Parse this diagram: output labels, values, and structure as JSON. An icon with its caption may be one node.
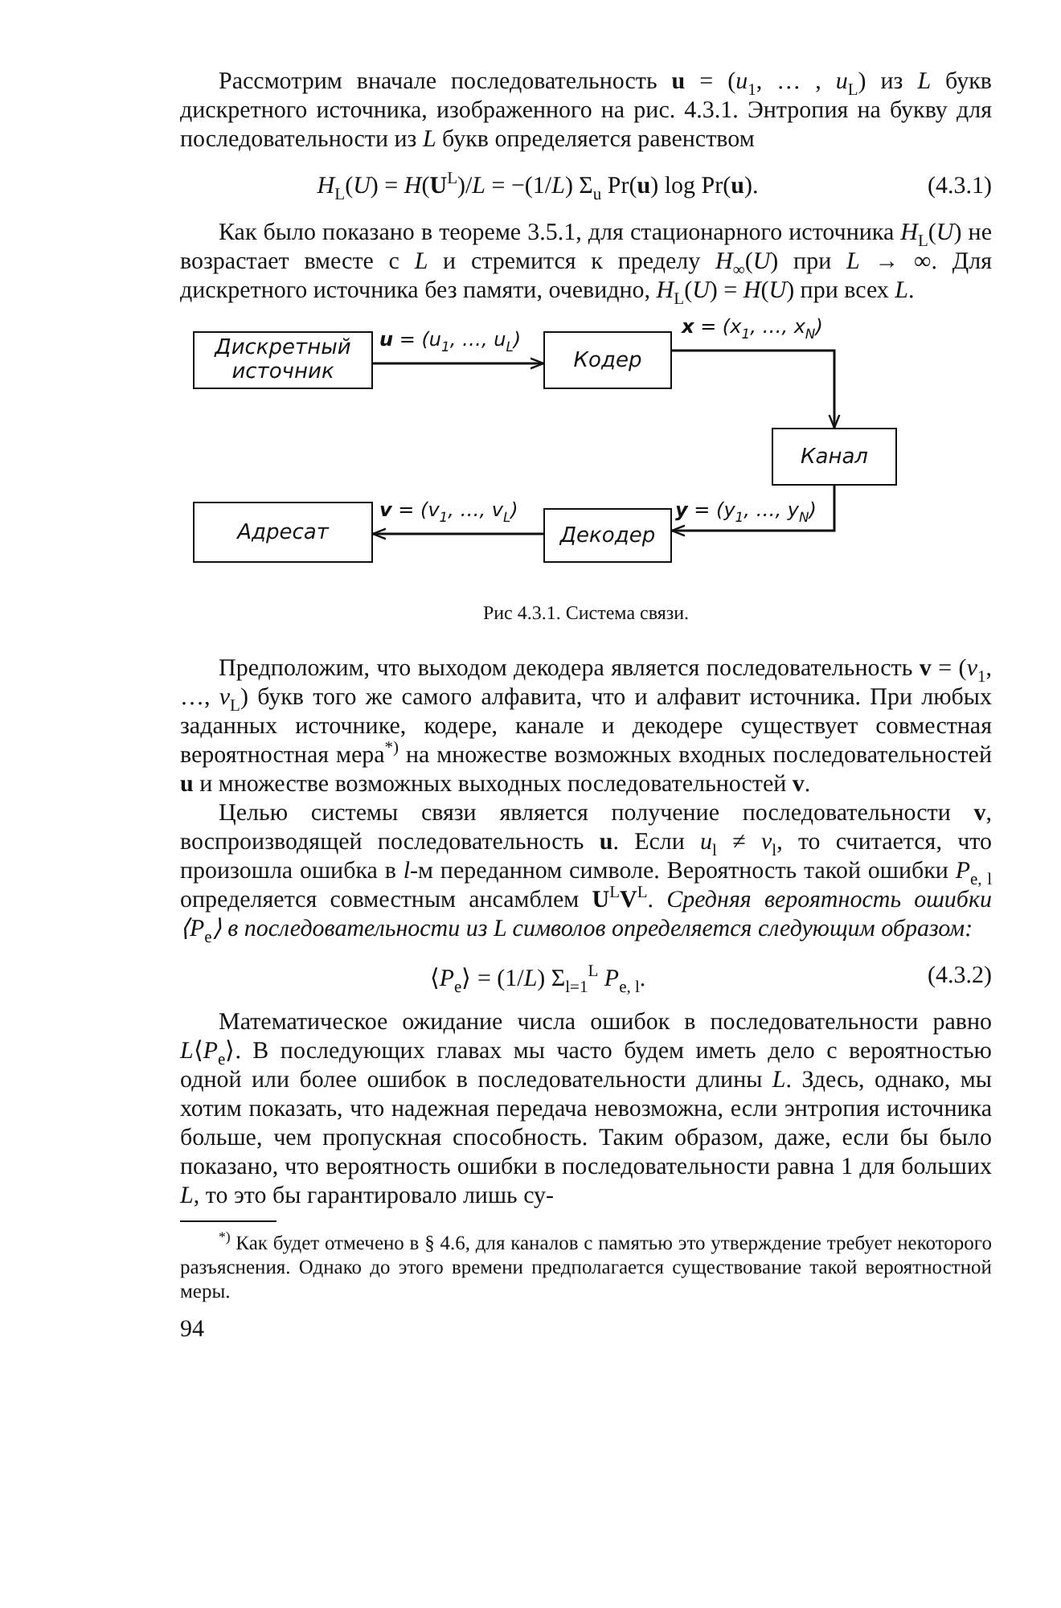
{
  "diagram": {
    "caption": "Рис 4.3.1. Система связи.",
    "nodes": [
      {
        "text": [
          "Дискретный источник"
        ]
      },
      {
        "text": [
          "Кодер"
        ]
      },
      {
        "text": [
          "Канал"
        ]
      },
      {
        "text": [
          "Декодер"
        ]
      },
      {
        "text": [
          "Адресат"
        ]
      }
    ],
    "edges": [
      {
        "from": 0,
        "to": 1,
        "arrow": "to",
        "label": "**u** = (u$_{1}$, …, u$_{L}$)"
      },
      {
        "from": 1,
        "to": 2,
        "arrow": "to",
        "label": "**x** = (x$_{1}$, …, x$_{N}$)"
      },
      {
        "from": 2,
        "to": 3,
        "arrow": "to",
        "label": "**y** = (y$_{1}$, …, y$_{N}$)"
      },
      {
        "from": 3,
        "to": 4,
        "arrow": "to",
        "label": "**v** = (v$_{1}$, …, v$_{L}$)"
      }
    ],
    "labels": [
      "Рассмотрим вначале последовательность **u** = (*u*$_{1}$, … , *u*$_{L}$) из *L* букв дискретного источника, изображенного на рис. 4.3.1. Энтропия на букву для последовательности из *L* букв определяется равенством",
      "*H*$_{L}$(*U*) = *H*(**U**$^{L}$)/*L* = −(1/*L*) Σ$_{u}$ Pr(**u**) log Pr(**u**).",
      "(4.3.1)",
      "Как было показано в теореме 3.5.1, для стационарного источника *H*$_{L}$(*U*) не возрастает вместе с *L* и стремится к пределу *H*$_{∞}$(*U*) при *L* → ∞. Для дискретного источника без памяти, очевидно, *H*$_{L}$(*U*) = *H*(*U*) при всех *L*.",
      "Предположим, что выходом декодера является последовательность **v** = (*v*$_{1}$, …, *v*$_{L}$) букв того же самого алфавита, что и алфавит источника. При любых заданных источнике, кодере, канале и декодере существует совместная вероятностная мера$^{*)}$ на множестве возможных входных последовательностей **u** и множестве возможных выходных последовательностей **v**.",
      "Целью системы связи является получение последовательности **v**, воспроизводящей последовательность **u**. Если *u*$_{l}$ ≠ *v*$_{l}$, то считается, что произошла ошибка в *l*-м переданном символе. Вероятность такой ошибки *P*$_{e, l}$ определяется совместным ансамблем **U**$^{L}$**V**$^{L}$. *Средняя вероятность ошибки ⟨P*$_{e}$*⟩ в последовательности из L символов определяется следующим образом:*",
      "⟨*P*$_{e}$⟩ = (1/*L*) Σ$_{l=1}$$^{L}$ *P*$_{e, l}$.",
      "(4.3.2)",
      "Математическое ожидание числа ошибок в последовательности равно *L*⟨*P*$_{e}$⟩. В последующих главах мы часто будем иметь дело с вероятностью одной или более ошибок в последовательности длины *L*. Здесь, однако, мы хотим показать, что надежная передача невозможна, если энтропия источника больше, чем пропускная способность. Таким образом, даже, если бы было показано, что вероятность ошибки в последовательности равна 1 для больших *L*, то это бы гарантировало лишь су-",
      "$^{*)}$ Как будет отмечено в § 4.6, для каналов с памятью это утверждение требует некоторого разъяснения. Однако до этого времени предполагается существование такой вероятностной меры.",
      "94"
    ]
  }
}
